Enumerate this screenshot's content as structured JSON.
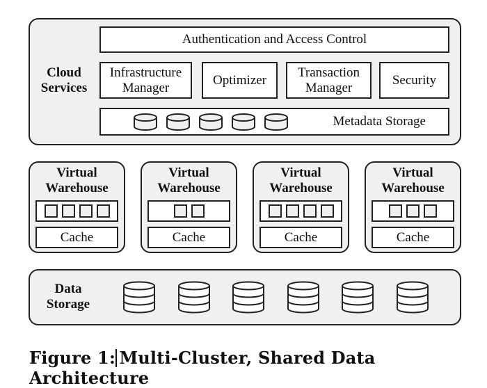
{
  "cloud_services": {
    "label_line1": "Cloud",
    "label_line2": "Services",
    "auth": "Authentication and Access Control",
    "components": [
      {
        "line1": "Infrastructure",
        "line2": "Manager"
      },
      {
        "line1": "Optimizer",
        "line2": ""
      },
      {
        "line1": "Transaction",
        "line2": "Manager"
      },
      {
        "line1": "Security",
        "line2": ""
      }
    ],
    "metadata_label": "Metadata Storage",
    "metadata_cylinder_count": 5
  },
  "warehouses": [
    {
      "title1": "Virtual",
      "title2": "Warehouse",
      "cores": 4,
      "cache": "Cache"
    },
    {
      "title1": "Virtual",
      "title2": "Warehouse",
      "cores": 2,
      "cache": "Cache"
    },
    {
      "title1": "Virtual",
      "title2": "Warehouse",
      "cores": 4,
      "cache": "Cache"
    },
    {
      "title1": "Virtual",
      "title2": "Warehouse",
      "cores": 3,
      "cache": "Cache"
    }
  ],
  "data_storage": {
    "label_line1": "Data",
    "label_line2": "Storage",
    "cylinder_count": 6
  },
  "caption": {
    "prefix": "Figure 1:",
    "text": "Multi-Cluster, Shared Data Architecture"
  }
}
